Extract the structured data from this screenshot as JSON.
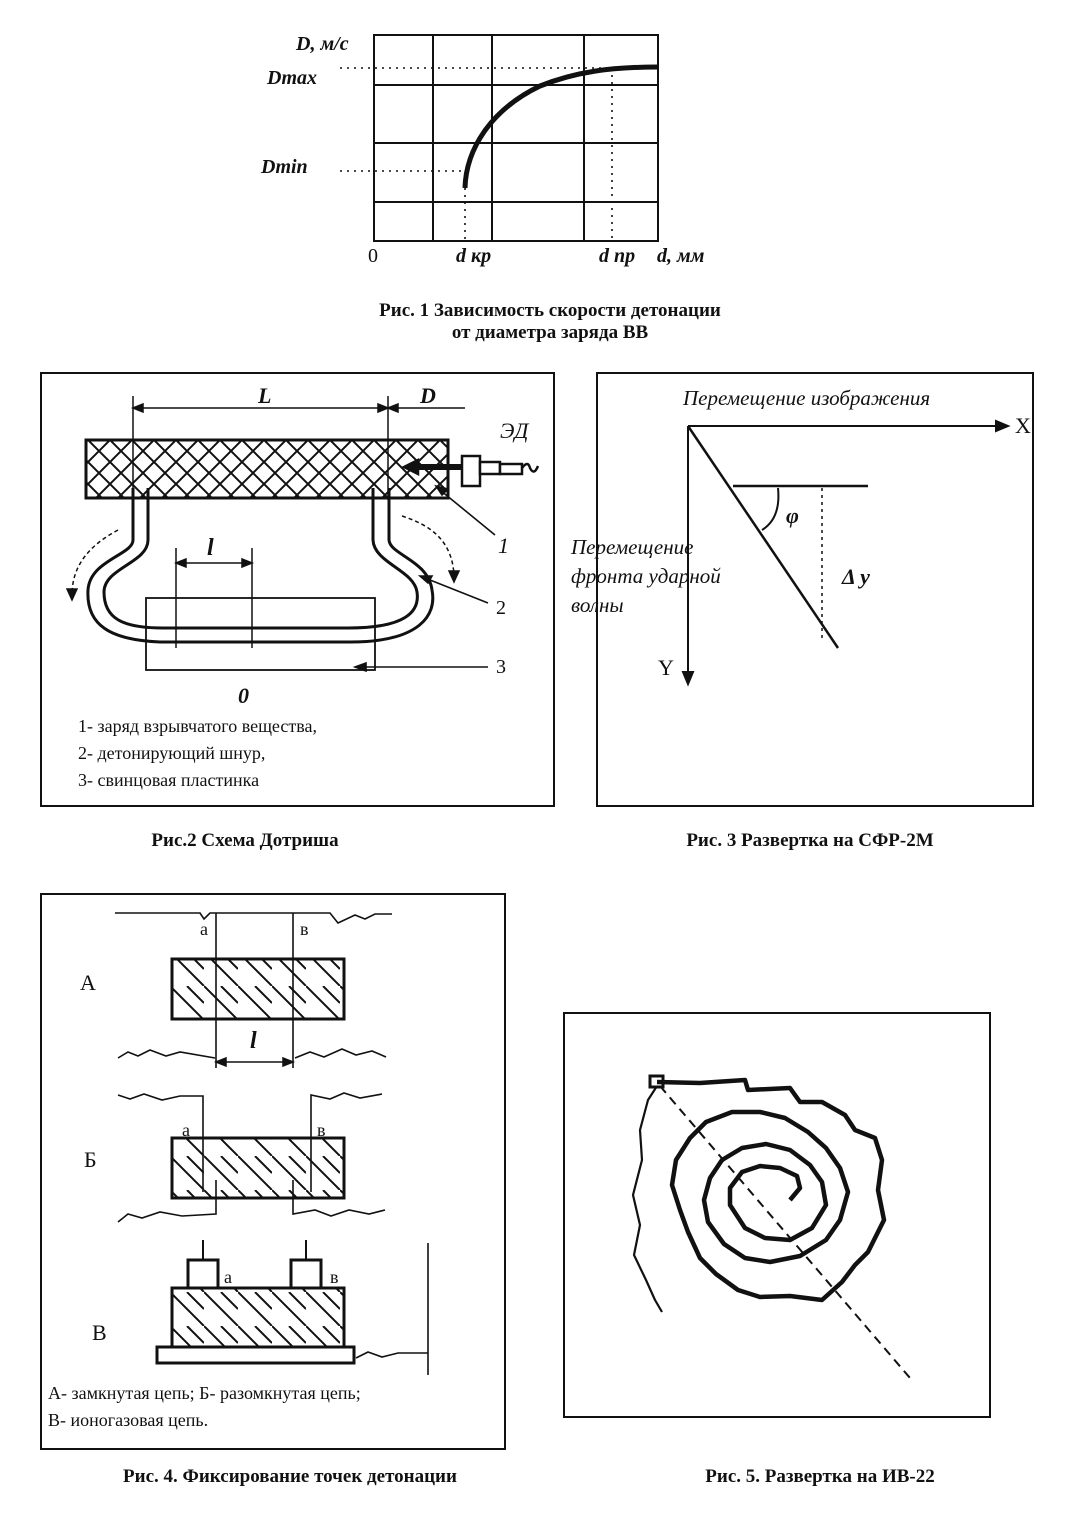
{
  "fig1": {
    "y_axis_label": "D, м/с",
    "dmax_label": "Dmax",
    "dmin_label": "Dmin",
    "origin_label": "0",
    "dcr_label": "d кр",
    "dpr_label": "d пр",
    "x_axis_label": "d, мм",
    "caption_line1": "Рис. 1  Зависимость скорости детонации",
    "caption_line2": "от диаметра заряда ВВ"
  },
  "fig2": {
    "dim_L": "L",
    "dim_D": "D",
    "detonator_label": "ЭД",
    "callout_1": "1",
    "callout_2": "2",
    "callout_3": "3",
    "dim_l": "l",
    "zero_mark": "0",
    "legend": [
      "1- заряд взрывчатого вещества,",
      "2- детонирующий шнур,",
      "3- свинцовая пластинка"
    ],
    "caption": "Рис.2 Схема Дотриша"
  },
  "fig3": {
    "image_motion_label": "Перемещение изображения",
    "x_axis": "X",
    "y_axis": "Y",
    "front_motion_line1": "Перемещение",
    "front_motion_line2": "фронта ударной",
    "front_motion_line3": "волны",
    "angle_label": "φ",
    "delta_y_label": "Δ y",
    "caption": "Рис. 3 Развертка на СФР-2М"
  },
  "fig4": {
    "row_a": "А",
    "row_b": "Б",
    "row_v": "В",
    "probe_a": "а",
    "probe_b": "в",
    "dim_l": "l",
    "legend_line1": "А- замкнутая цепь; Б- разомкнутая цепь;",
    "legend_line2": "В- ионогазовая цепь.",
    "caption": "Рис. 4. Фиксирование точек детонации"
  },
  "fig5": {
    "caption": "Рис. 5. Развертка на ИВ-22"
  }
}
